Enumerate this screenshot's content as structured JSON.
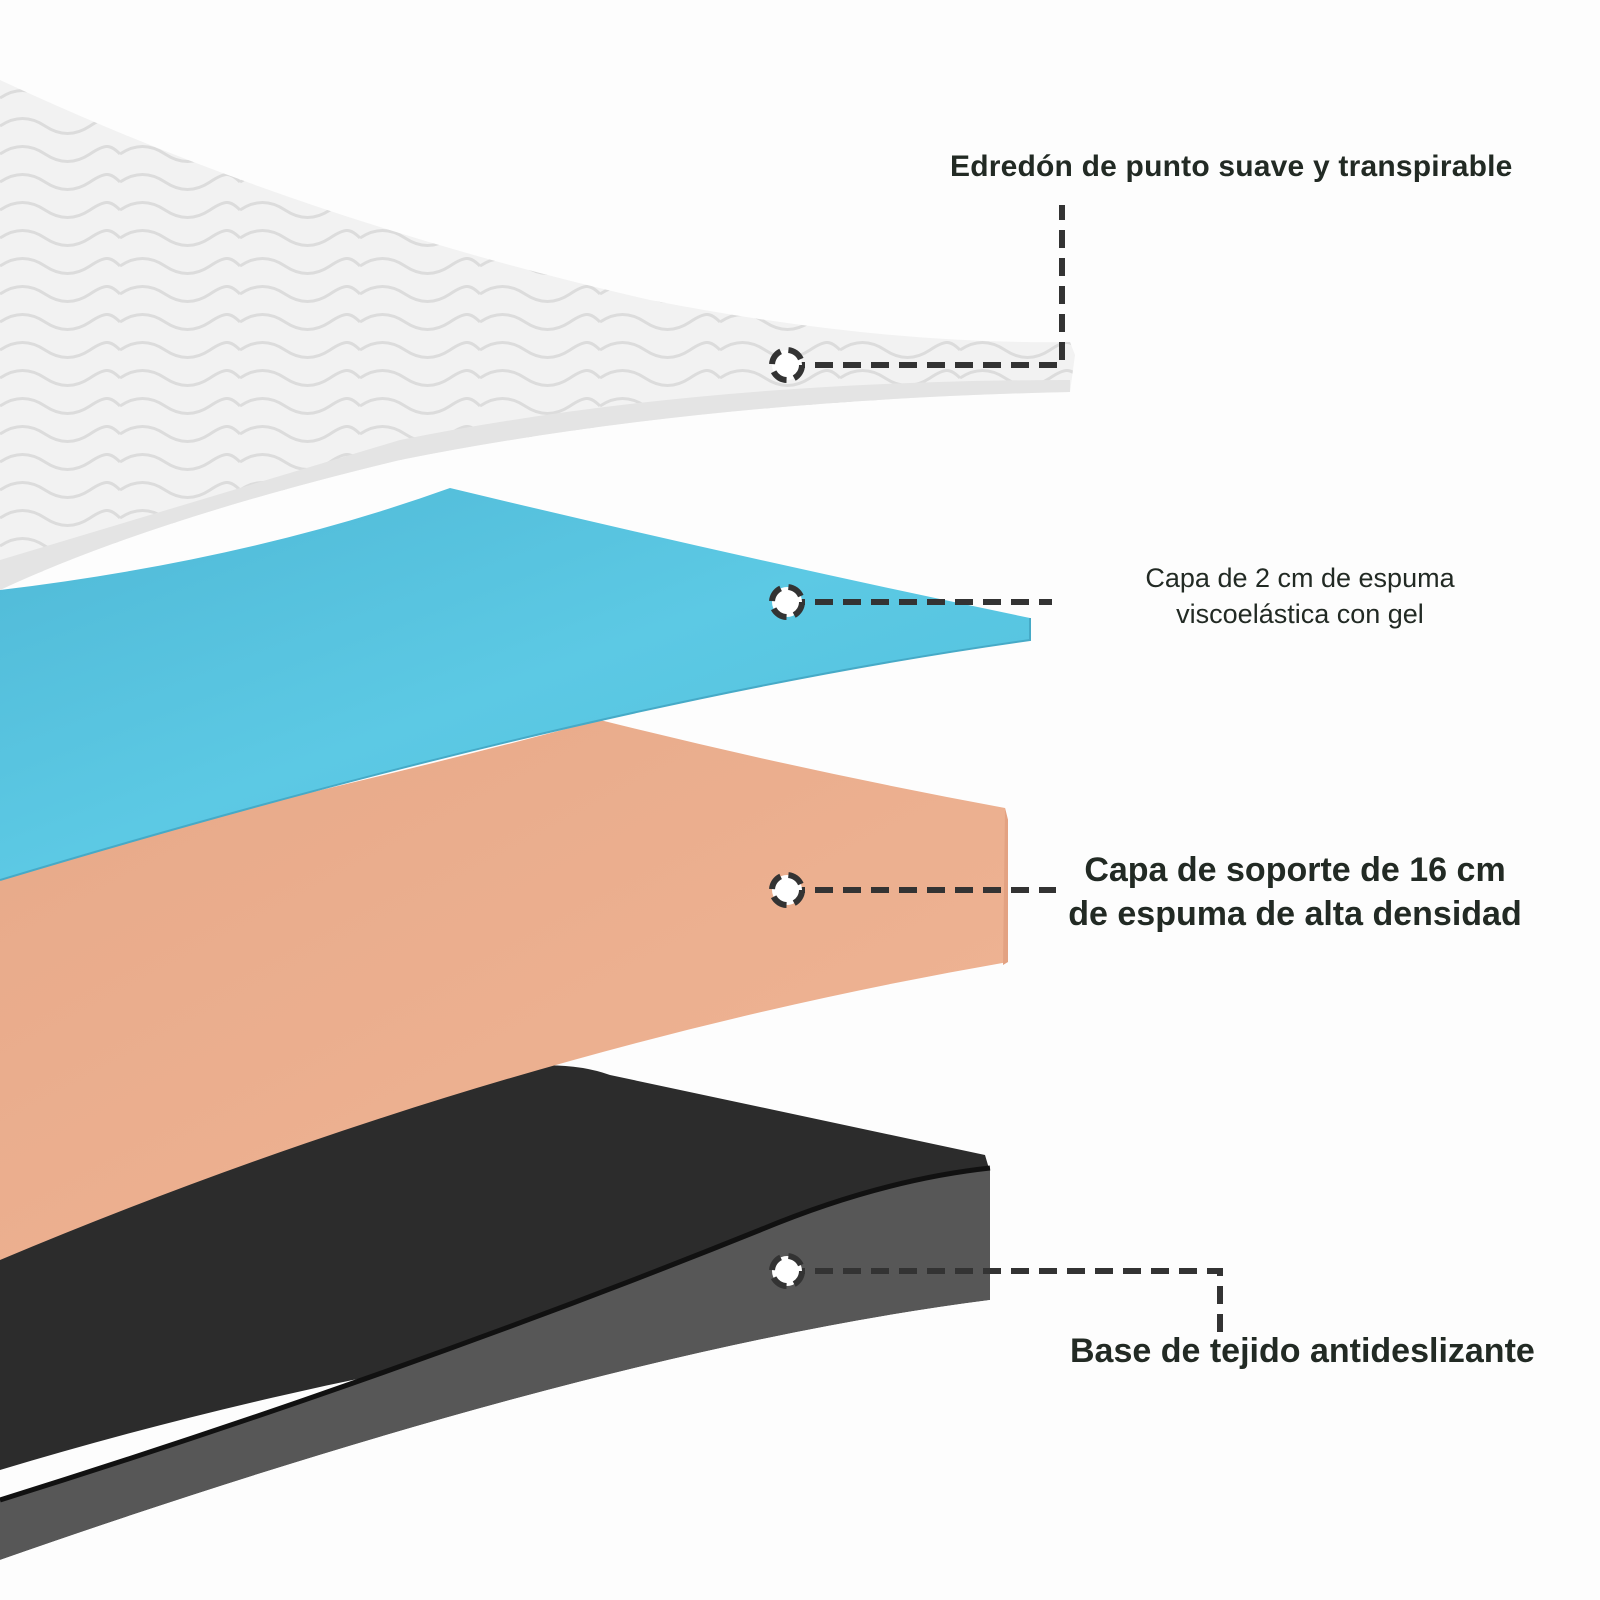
{
  "colors": {
    "background": "#fdfdfd",
    "topper": "#f1f1f1",
    "gel_foam": "#5bc8e3",
    "support_foam": "#ecae8e",
    "base": "#4a4a4a",
    "callout": "#333333",
    "text": "#222a24"
  },
  "layers": [
    {
      "id": "topper",
      "lines": [
        "Edredón de punto suave y transpirable"
      ]
    },
    {
      "id": "gel",
      "lines": [
        "Capa de 2 cm de espuma",
        "viscoelástica con gel"
      ]
    },
    {
      "id": "support",
      "lines": [
        "Capa de soporte de 16 cm",
        "de espuma de alta densidad"
      ]
    },
    {
      "id": "base",
      "lines": [
        "Base de tejido antideslizante"
      ]
    }
  ]
}
